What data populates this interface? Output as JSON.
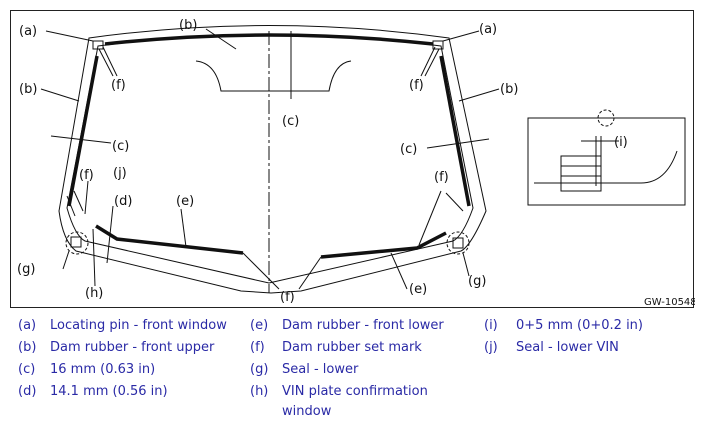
{
  "figure_id": "GW-10548",
  "callouts": {
    "a": "(a)",
    "b": "(b)",
    "c": "(c)",
    "d": "(d)",
    "e": "(e)",
    "f": "(f)",
    "g": "(g)",
    "h": "(h)",
    "i": "(i)",
    "j": "(j)"
  },
  "legend": [
    {
      "code": "(a)",
      "text": "Locating pin - front window"
    },
    {
      "code": "(b)",
      "text": "Dam rubber - front upper"
    },
    {
      "code": "(c)",
      "text": "16 mm (0.63 in)"
    },
    {
      "code": "(d)",
      "text": "14.1 mm (0.56 in)"
    },
    {
      "code": "(e)",
      "text": "Dam rubber - front lower"
    },
    {
      "code": "(f)",
      "text": "Dam rubber set mark"
    },
    {
      "code": "(g)",
      "text": "Seal - lower"
    },
    {
      "code": "(h)",
      "text": "VIN plate confirmation",
      "text2": "window"
    },
    {
      "code": "(i)",
      "text": "0+5 mm (0+0.2 in)"
    },
    {
      "code": "(j)",
      "text": "Seal - lower VIN"
    }
  ],
  "colors": {
    "legend_text": "#2a2aa6",
    "line": "#111111"
  }
}
